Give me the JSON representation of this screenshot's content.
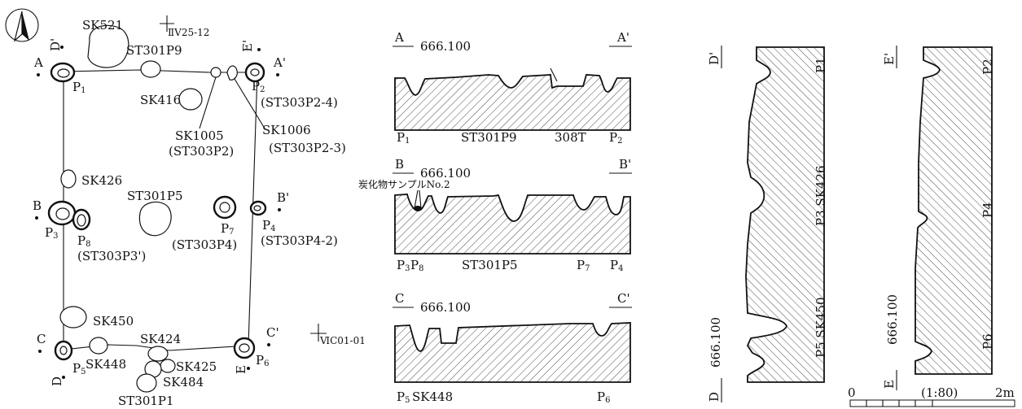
{
  "plan": {
    "grid_point_top": "ⅡV25-12",
    "grid_point_right": "ⅥC01-01",
    "features": {
      "sk521": "SK521",
      "st301p9": "ST301P9",
      "sk416": "SK416",
      "sk1005": "SK1005",
      "sk1005_note": "(ST303P2)",
      "sk1006": "SK1006",
      "sk1006_note": "(ST303P2-3)",
      "p1": "P",
      "p1_sub": "1",
      "p2": "P",
      "p2_sub": "2",
      "p2_note": "(ST303P2-4)",
      "sk426": "SK426",
      "st301p5": "ST301P5",
      "p3": "P",
      "p3_sub": "3",
      "p8": "P",
      "p8_sub": "8",
      "p8_note": "(ST303P3')",
      "p7": "P",
      "p7_sub": "7",
      "p7_note": "(ST303P4)",
      "p4": "P",
      "p4_sub": "4",
      "p4_note": "(ST303P4-2)",
      "sk450": "SK450",
      "p5": "P",
      "p5_sub": "5",
      "sk448": "SK448",
      "sk424": "SK424",
      "sk425": "SK425",
      "sk484": "SK484",
      "st301p1": "ST301P1",
      "p6": "P",
      "p6_sub": "6"
    },
    "section_marks": {
      "a": "A",
      "a_prime": "A'",
      "b": "B",
      "b_prime": "B'",
      "c": "C",
      "c_prime": "C'",
      "d": "D",
      "d_prime": "D'",
      "e": "E",
      "e_prime": "E'"
    }
  },
  "sections": {
    "a": {
      "start": "A",
      "end": "A'",
      "elevation": "666.100",
      "labels": {
        "p1": "P",
        "p1_sub": "1",
        "st301p9": "ST301P9",
        "t308": "308T",
        "p2": "P",
        "p2_sub": "2"
      }
    },
    "b": {
      "start": "B",
      "end": "B'",
      "elevation": "666.100",
      "sample_note": "炭化物サンプルNo.2",
      "labels": {
        "p3": "P",
        "p3_sub": "3",
        "p8": "P",
        "p8_sub": "8",
        "st301p5": "ST301P5",
        "p7": "P",
        "p7_sub": "7",
        "p4": "P",
        "p4_sub": "4"
      }
    },
    "c": {
      "start": "C",
      "end": "C'",
      "elevation": "666.100",
      "labels": {
        "p5": "P",
        "p5_sub": "5",
        "sk448": "SK448",
        "p6": "P",
        "p6_sub": "6"
      }
    },
    "d": {
      "start": "D",
      "end": "D'",
      "elevation": "666.100",
      "labels": {
        "p1": "P1",
        "p3_sk426": "P3 SK426",
        "p5_sk450": "P5 SK450"
      }
    },
    "e": {
      "start": "E",
      "end": "E'",
      "elevation": "666.100",
      "labels": {
        "p2": "P2",
        "p4": "P4",
        "p6": "P6"
      }
    }
  },
  "scale_bar": {
    "start": "0",
    "ratio": "(1:80)",
    "end": "2m"
  }
}
